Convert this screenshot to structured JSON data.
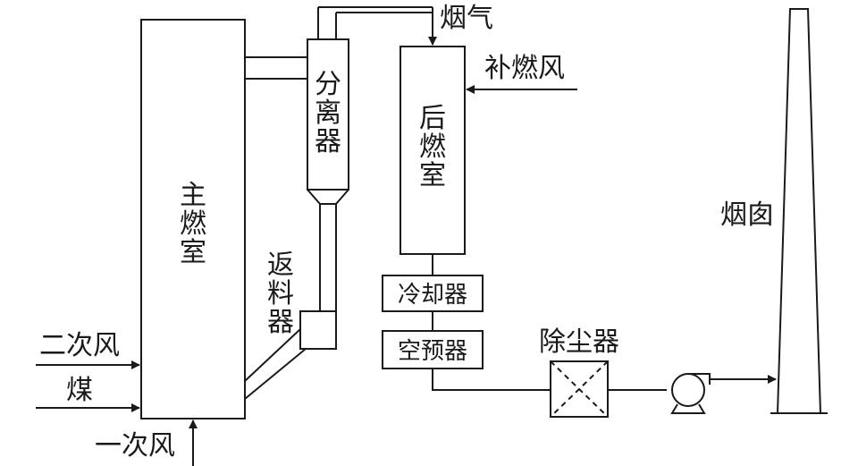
{
  "labels": {
    "main_chamber": [
      "主",
      "燃",
      "室"
    ],
    "separator": [
      "分",
      "离",
      "器"
    ],
    "return_material": [
      "返",
      "料",
      "器"
    ],
    "after_chamber": [
      "后",
      "燃",
      "室"
    ],
    "flue_gas": "烟气",
    "supplementary_air": "补燃风",
    "cooler": "冷却器",
    "air_preheater": "空预器",
    "dust_collector": "除尘器",
    "chimney": "烟囱",
    "secondary_air": "二次风",
    "coal": "煤",
    "primary_air": "一次风"
  },
  "colors": {
    "line": "#1a1a1a",
    "background": "#ffffff"
  }
}
